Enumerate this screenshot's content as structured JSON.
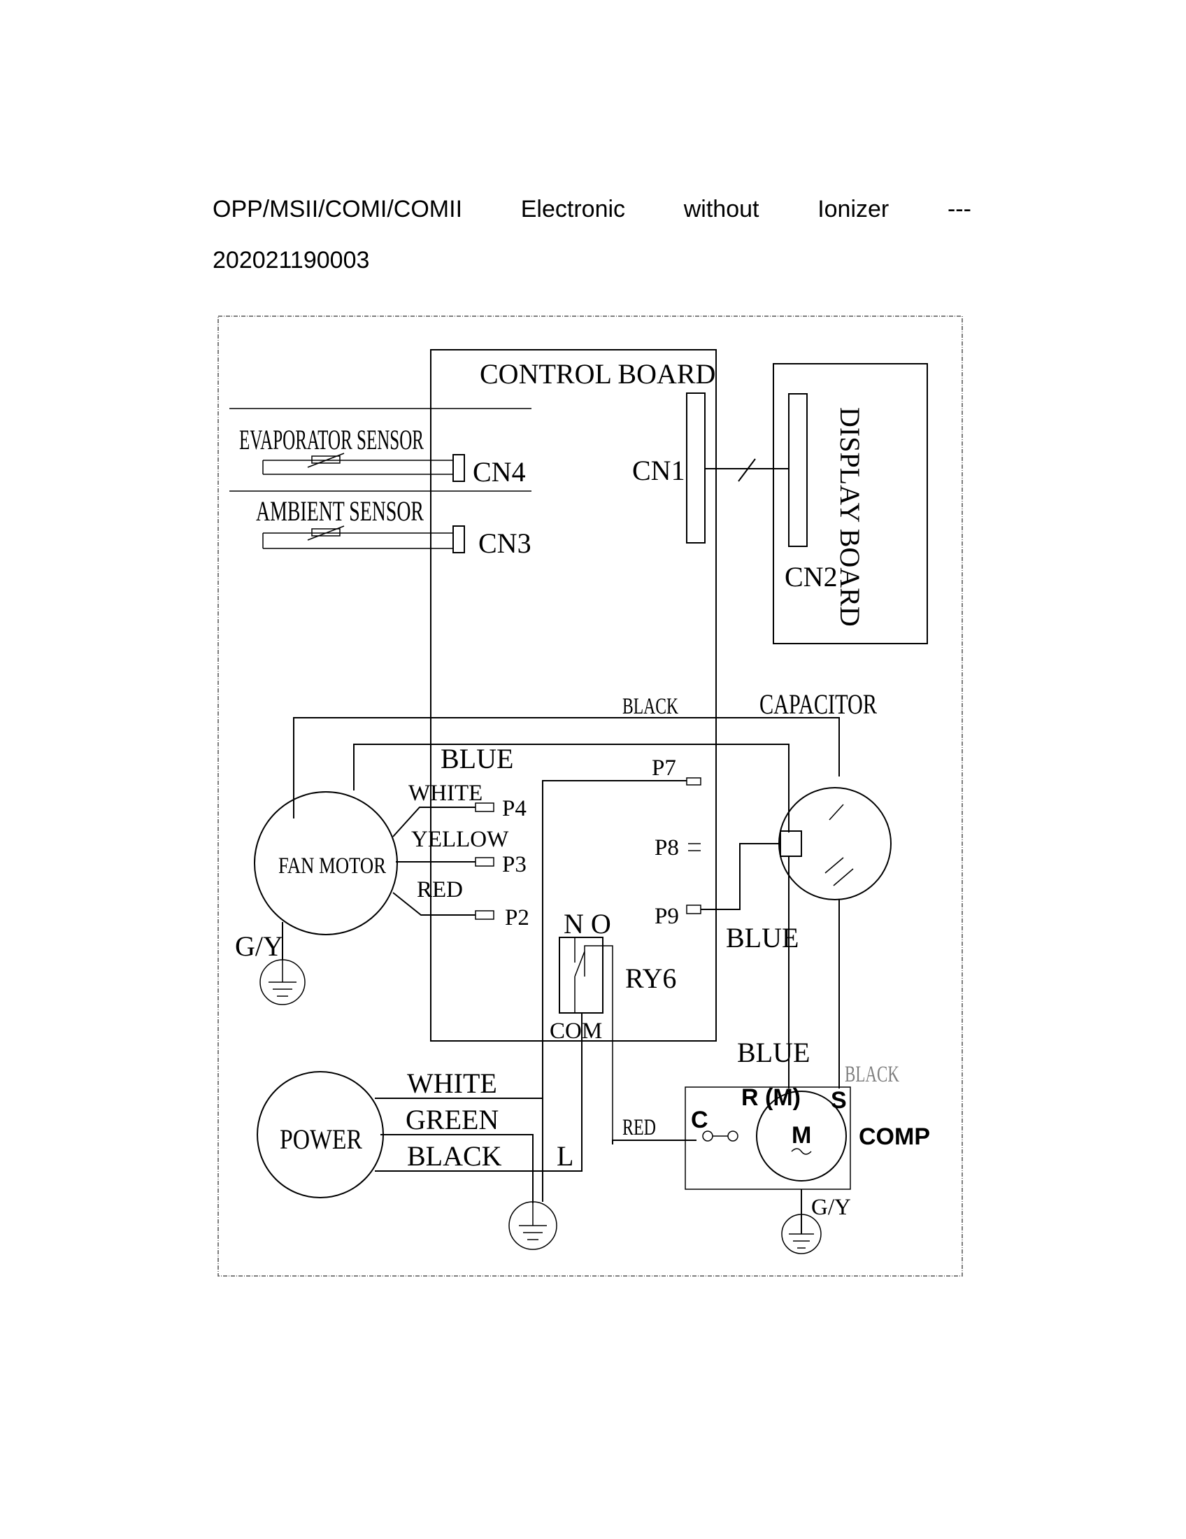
{
  "header": {
    "title_parts": [
      "OPP/MSII/COMI/COMII",
      "Electronic",
      "without",
      "Ionizer",
      "---"
    ],
    "code": "202021190003"
  },
  "labels": {
    "control_board": "CONTROL BOARD",
    "display_board": "DISPLAY BOARD",
    "evaporator_sensor": "EVAPORATOR SENSOR",
    "ambient_sensor": "AMBIENT SENSOR",
    "cn1": "CN1",
    "cn2": "CN2",
    "cn3": "CN3",
    "cn4": "CN4",
    "black_top": "BLACK",
    "capacitor": "CAPACITOR",
    "blue_fan": "BLUE",
    "white_fan": "WHITE",
    "yellow": "YELLOW",
    "red_fan": "RED",
    "fan_motor": "FAN MOTOR",
    "p2": "P2",
    "p3": "P3",
    "p4": "P4",
    "p7": "P7",
    "p8": "P8",
    "p9": "P9",
    "no": "N O",
    "ry6": "RY6",
    "com": "COM",
    "blue_p9": "BLUE",
    "blue_comp": "BLUE",
    "black_comp": "BLACK",
    "gy_fan": "G/Y",
    "power": "POWER",
    "white_power": "WHITE",
    "green_power": "GREEN",
    "black_power": "BLACK",
    "l": "L",
    "red_comp": "RED",
    "c": "C",
    "rm": "R (M)",
    "s": "S",
    "m": "M",
    "comp": "COMP",
    "gy_comp": "G/Y"
  }
}
